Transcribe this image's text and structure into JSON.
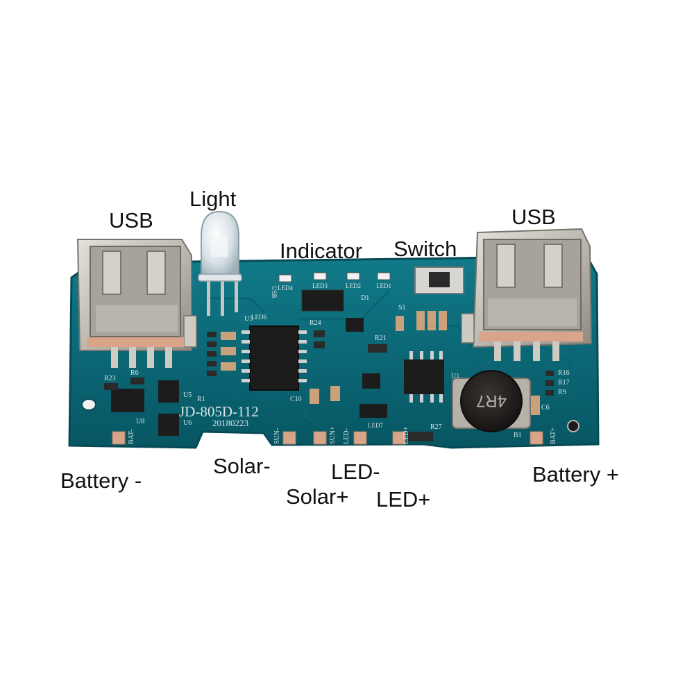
{
  "colors": {
    "pcb": "#0c6f7e",
    "pcb_dark": "#085663",
    "silkscreen": "#d7e6e8",
    "metal": "#c9c6bf",
    "chip": "#1c1c1c",
    "pad": "#d9a58a",
    "label_text": "#111111"
  },
  "labels": {
    "usb_left": "USB",
    "light": "Light",
    "indicator": "Indicator",
    "switch": "Switch",
    "usb_right": "USB",
    "battery_minus": "Battery -",
    "solar_minus": "Solar-",
    "led_minus": "LED-",
    "solar_plus": "Solar+",
    "led_plus": "LED+",
    "battery_plus": "Battery +"
  },
  "board": {
    "model": "JD-805D-112",
    "date": "20180223",
    "inductor_mark": "4R7",
    "silkscreen": {
      "bat_minus": "BAT-",
      "bat_plus": "BAT+",
      "sun_minus": "SUN-",
      "sun_plus": "SUN+",
      "led_minus": "LED-",
      "led_plus": "LED+",
      "led1": "LED1",
      "led2": "LED2",
      "led3": "LED3",
      "led4": "LED4",
      "led6": "LED6",
      "led7": "LED7",
      "usb_b": "USB",
      "u1": "U1",
      "u3": "U3",
      "u5": "U5",
      "u6": "U6",
      "u8": "U8",
      "r23": "R23",
      "r6": "R6",
      "r24": "R24",
      "r21": "R21",
      "r27": "R27",
      "r16": "R16",
      "r17": "R17",
      "r9": "R9",
      "r1": "R1",
      "c6": "C6",
      "c10": "C10",
      "d1": "D1",
      "b1": "B1",
      "s1": "S1"
    }
  }
}
